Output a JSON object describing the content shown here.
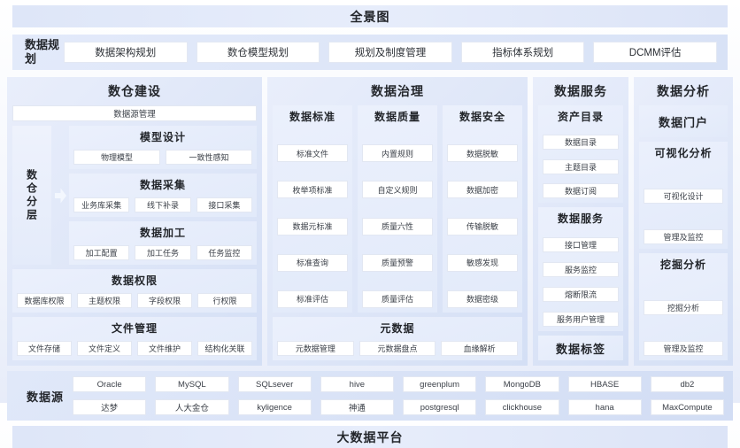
{
  "top_bar": {
    "title": "全景图"
  },
  "planning": {
    "label": "数据规划",
    "items": [
      "数据架构规划",
      "数仓模型规划",
      "规划及制度管理",
      "指标体系规划",
      "DCMM评估"
    ]
  },
  "warehouse": {
    "title": "数仓建设",
    "datasource_mgmt": "数据源管理",
    "layer_label": "数仓分层",
    "arrow_icon": "right-block-arrow",
    "sections": [
      {
        "title": "模型设计",
        "items": [
          "物理模型",
          "一致性感知"
        ]
      },
      {
        "title": "数据采集",
        "items": [
          "业务库采集",
          "线下补录",
          "接口采集"
        ]
      },
      {
        "title": "数据加工",
        "items": [
          "加工配置",
          "加工任务",
          "任务监控"
        ]
      }
    ],
    "wide_sections": [
      {
        "title": "数据权限",
        "items": [
          "数据库权限",
          "主题权限",
          "字段权限",
          "行权限"
        ]
      },
      {
        "title": "文件管理",
        "items": [
          "文件存储",
          "文件定义",
          "文件维护",
          "结构化关联"
        ]
      }
    ]
  },
  "governance": {
    "title": "数据治理",
    "columns": [
      {
        "title": "数据标准",
        "items": [
          "标准文件",
          "枚举项标准",
          "数据元标准",
          "标准查询",
          "标准评估"
        ]
      },
      {
        "title": "数据质量",
        "items": [
          "内置规则",
          "自定义规则",
          "质量六性",
          "质量预警",
          "质量评估"
        ]
      },
      {
        "title": "数据安全",
        "items": [
          "数据脱敏",
          "数据加密",
          "传输脱敏",
          "敏感发现",
          "数据密级"
        ]
      }
    ],
    "metadata": {
      "title": "元数据",
      "items": [
        "元数据管理",
        "元数据盘点",
        "血缘解析"
      ]
    }
  },
  "services": {
    "title": "数据服务",
    "sections": [
      {
        "title": "资产目录",
        "items": [
          "数据目录",
          "主题目录",
          "数据订阅"
        ]
      },
      {
        "title": "数据服务",
        "items": [
          "接口管理",
          "服务监控",
          "熔断限流",
          "服务用户管理"
        ]
      }
    ],
    "tag_label": "数据标签"
  },
  "analysis": {
    "title": "数据分析",
    "portal_label": "数据门户",
    "sections": [
      {
        "title": "可视化分析",
        "items": [
          "可视化设计",
          "管理及监控"
        ]
      },
      {
        "title": "挖掘分析",
        "items": [
          "挖掘分析",
          "管理及监控"
        ]
      }
    ]
  },
  "datasources": {
    "label": "数据源",
    "row1": [
      "Oracle",
      "MySQL",
      "SQLsever",
      "hive",
      "greenplum",
      "MongoDB",
      "HBASE",
      "db2"
    ],
    "row2": [
      "达梦",
      "人大金仓",
      "kyligence",
      "神通",
      "postgresql",
      "clickhouse",
      "hana",
      "MaxCompute"
    ]
  },
  "bottom_bar": {
    "title": "大数据平台"
  },
  "colors": {
    "panel_bg": "#d9e2f6",
    "subpanel_bg": "#e8eefc",
    "bar_bg": "#dde6f8",
    "button_bg": "#ffffff",
    "button_border": "#e2e7f2",
    "text_dark": "#23262b"
  }
}
